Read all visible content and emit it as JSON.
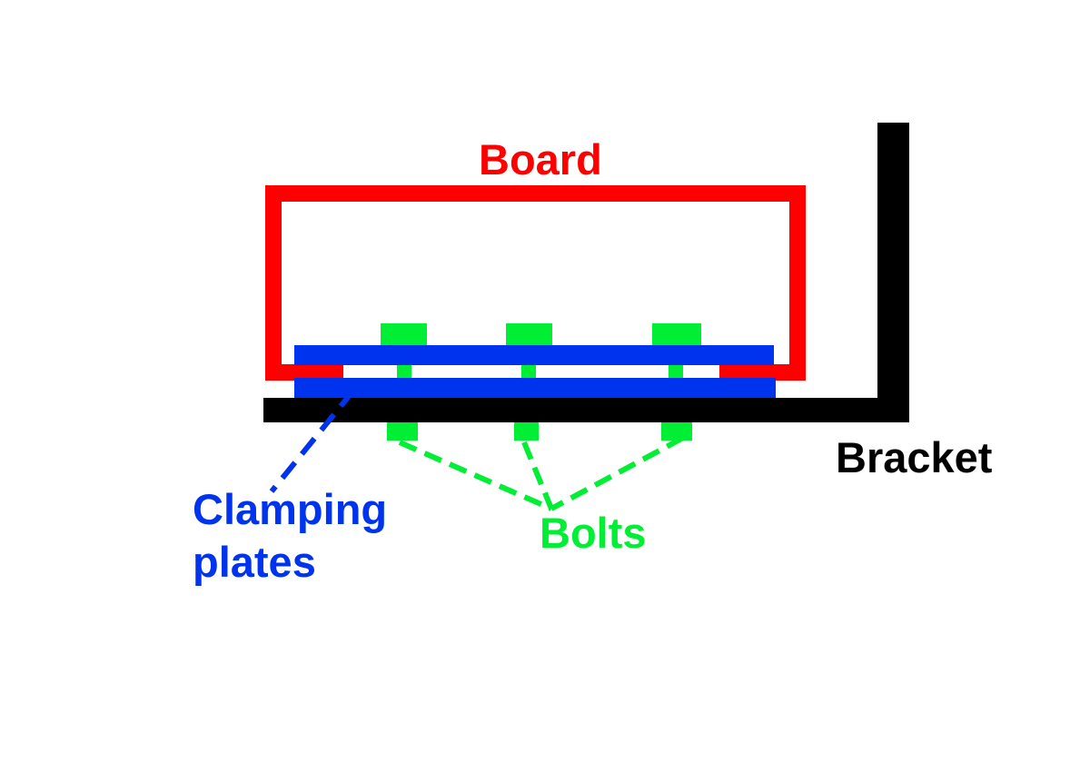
{
  "labels": {
    "board": "Board",
    "bracket": "Bracket",
    "bolts": "Bolts",
    "clamping_plates_line1": "Clamping",
    "clamping_plates_line2": "plates"
  },
  "colors": {
    "board": "#ff0000",
    "bracket": "#000000",
    "clamping_plates": "#0033ee",
    "bolts": "#00ee33",
    "background": "#ffffff"
  }
}
